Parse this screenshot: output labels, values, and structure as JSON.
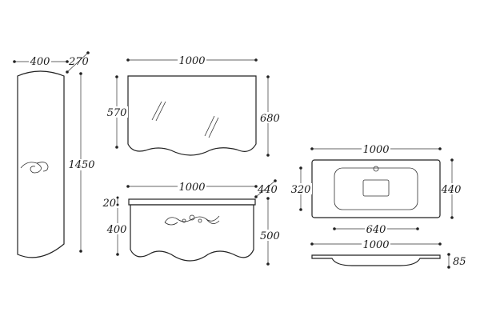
{
  "column": {
    "width_label": "400",
    "depth_label": "270",
    "height_label": "1450"
  },
  "mirror": {
    "width_label": "1000",
    "inner_height_label": "570",
    "height_label": "680"
  },
  "cabinet": {
    "width_label": "1000",
    "depth_label": "440",
    "top_label": "20",
    "inner_height_label": "400",
    "height_label": "500"
  },
  "basin": {
    "width_label": "1000",
    "inner_depth_label": "320",
    "depth_label": "440",
    "bowl_width_label": "640",
    "side_width_label": "1000",
    "thickness_label": "85"
  }
}
